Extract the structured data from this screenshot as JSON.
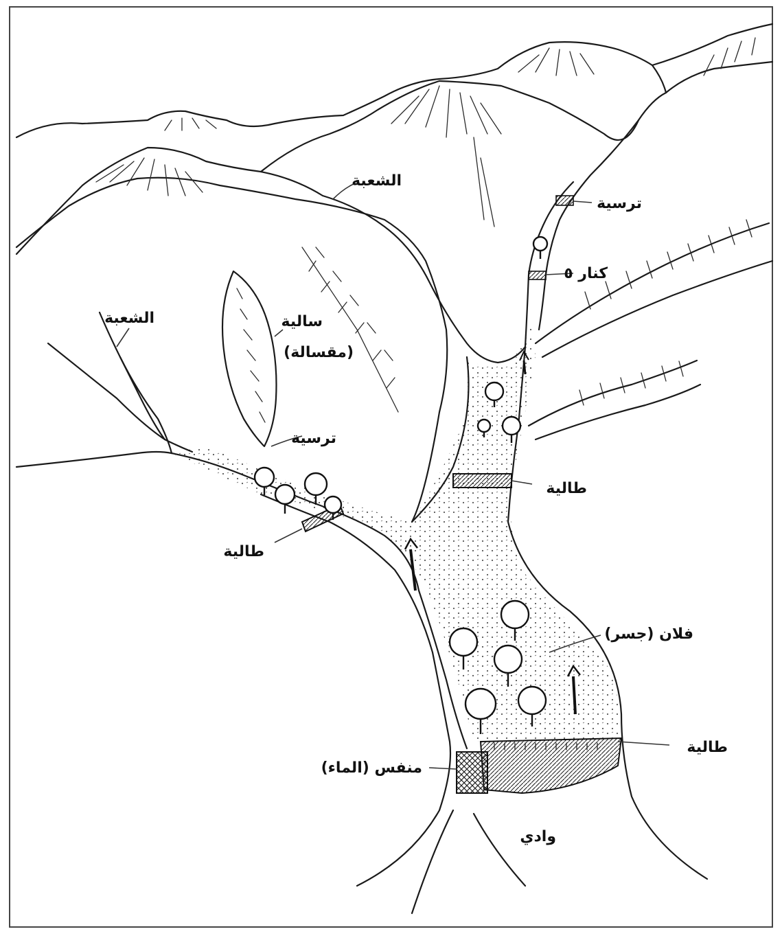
{
  "labels": {
    "ridge_main": "الشعبة",
    "ridge_left": "الشعبة",
    "terrace_top": "ترسية",
    "water_point": "كنار ٥",
    "stream_channel": "سالية",
    "stream_channel_alt": "(مقسالة)",
    "terrace_left": "ترسية",
    "barrier_upper": "طالية",
    "barrier_left": "طالية",
    "floodplain": "فلان (جسر)",
    "barrier_lower": "طالية",
    "outlet": "منفس (الماء)",
    "wadi": "وادي"
  }
}
